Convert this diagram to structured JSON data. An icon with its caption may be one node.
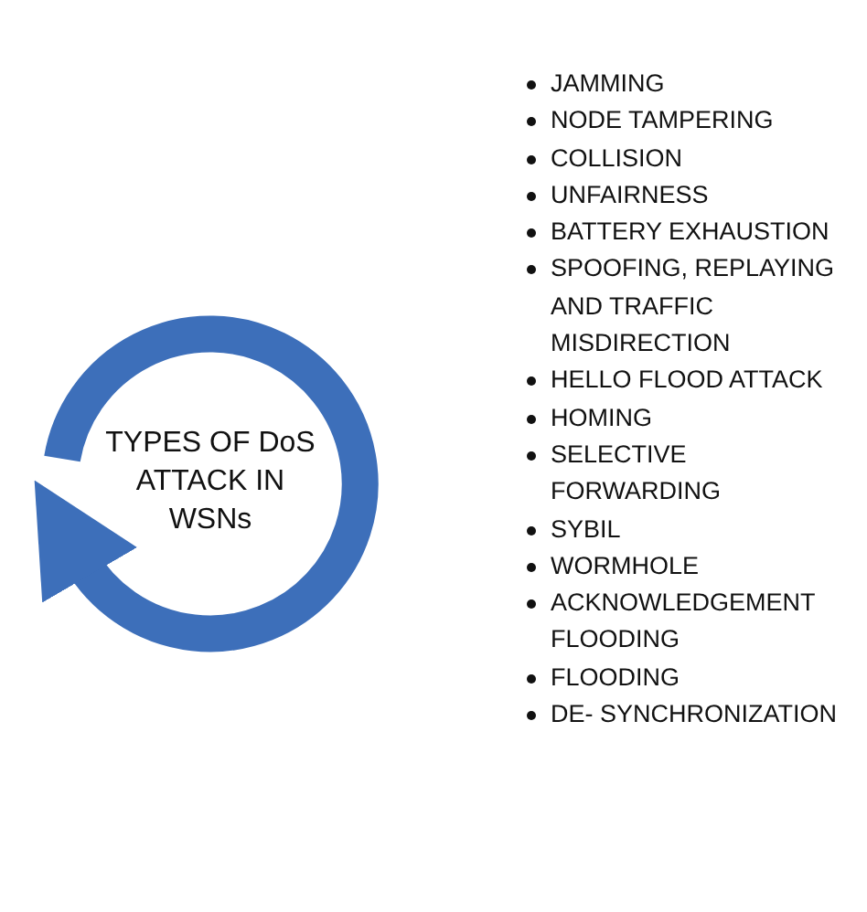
{
  "diagram": {
    "nodes": [
      {
        "text": [
          "TYPES OF DoS ATTACK IN WSNs"
        ]
      }
    ],
    "edges": [],
    "labels": [
      "JAMMING",
      "NODE TAMPERING",
      "COLLISION",
      "UNFAIRNESS",
      "BATTERY EXHAUSTION",
      "SPOOFING, REPLAYING AND TRAFFIC MISDIRECTION",
      "HELLO FLOOD ATTACK",
      "HOMING",
      "SELECTIVE FORWARDING",
      "SYBIL",
      "WORMHOLE",
      "ACKNOWLEDGEMENT FLOODING",
      "FLOODING",
      "DE- SYNCHRONIZATION"
    ]
  }
}
